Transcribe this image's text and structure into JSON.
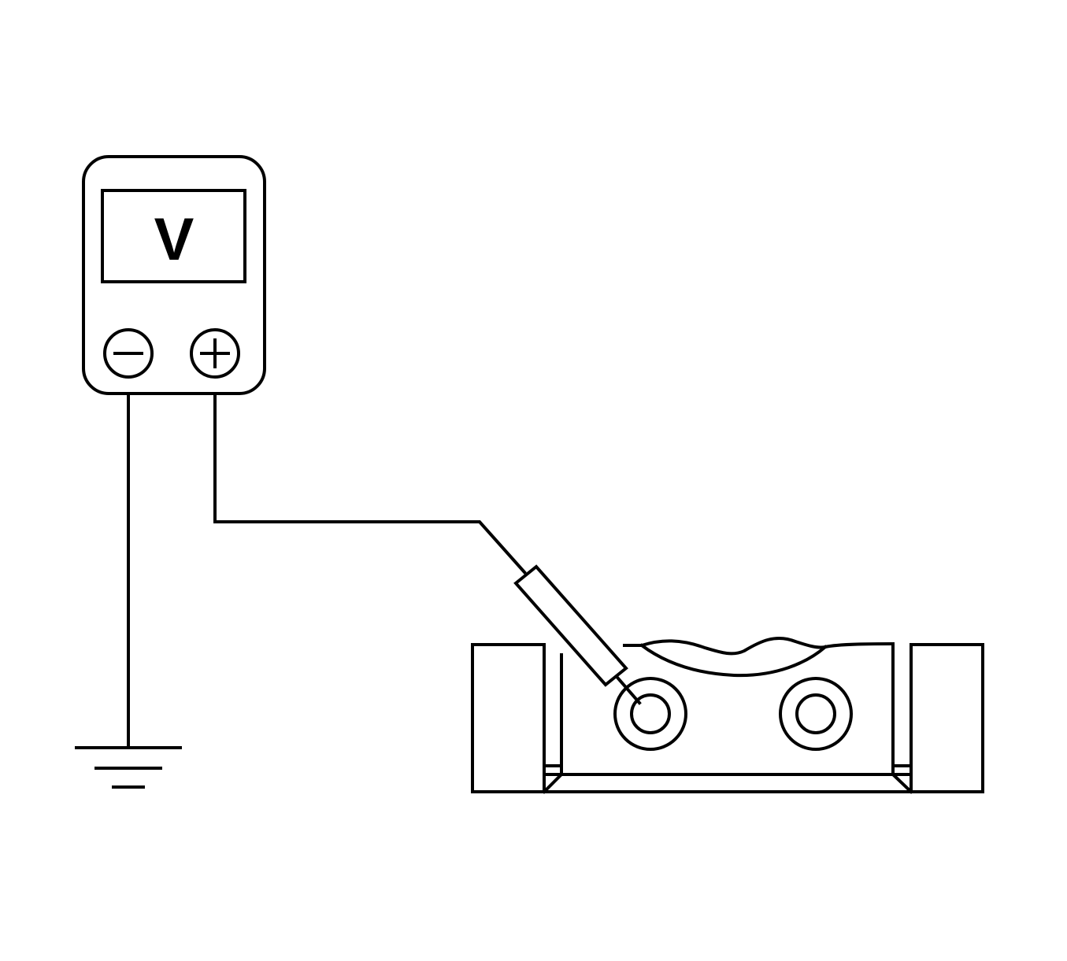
{
  "meter": {
    "display_label": "V",
    "negative_terminal": "negative",
    "positive_terminal": "positive"
  },
  "colors": {
    "line": "#000000",
    "background": "#ffffff"
  },
  "components": [
    "voltmeter",
    "ground-symbol",
    "test-probe",
    "connector"
  ]
}
